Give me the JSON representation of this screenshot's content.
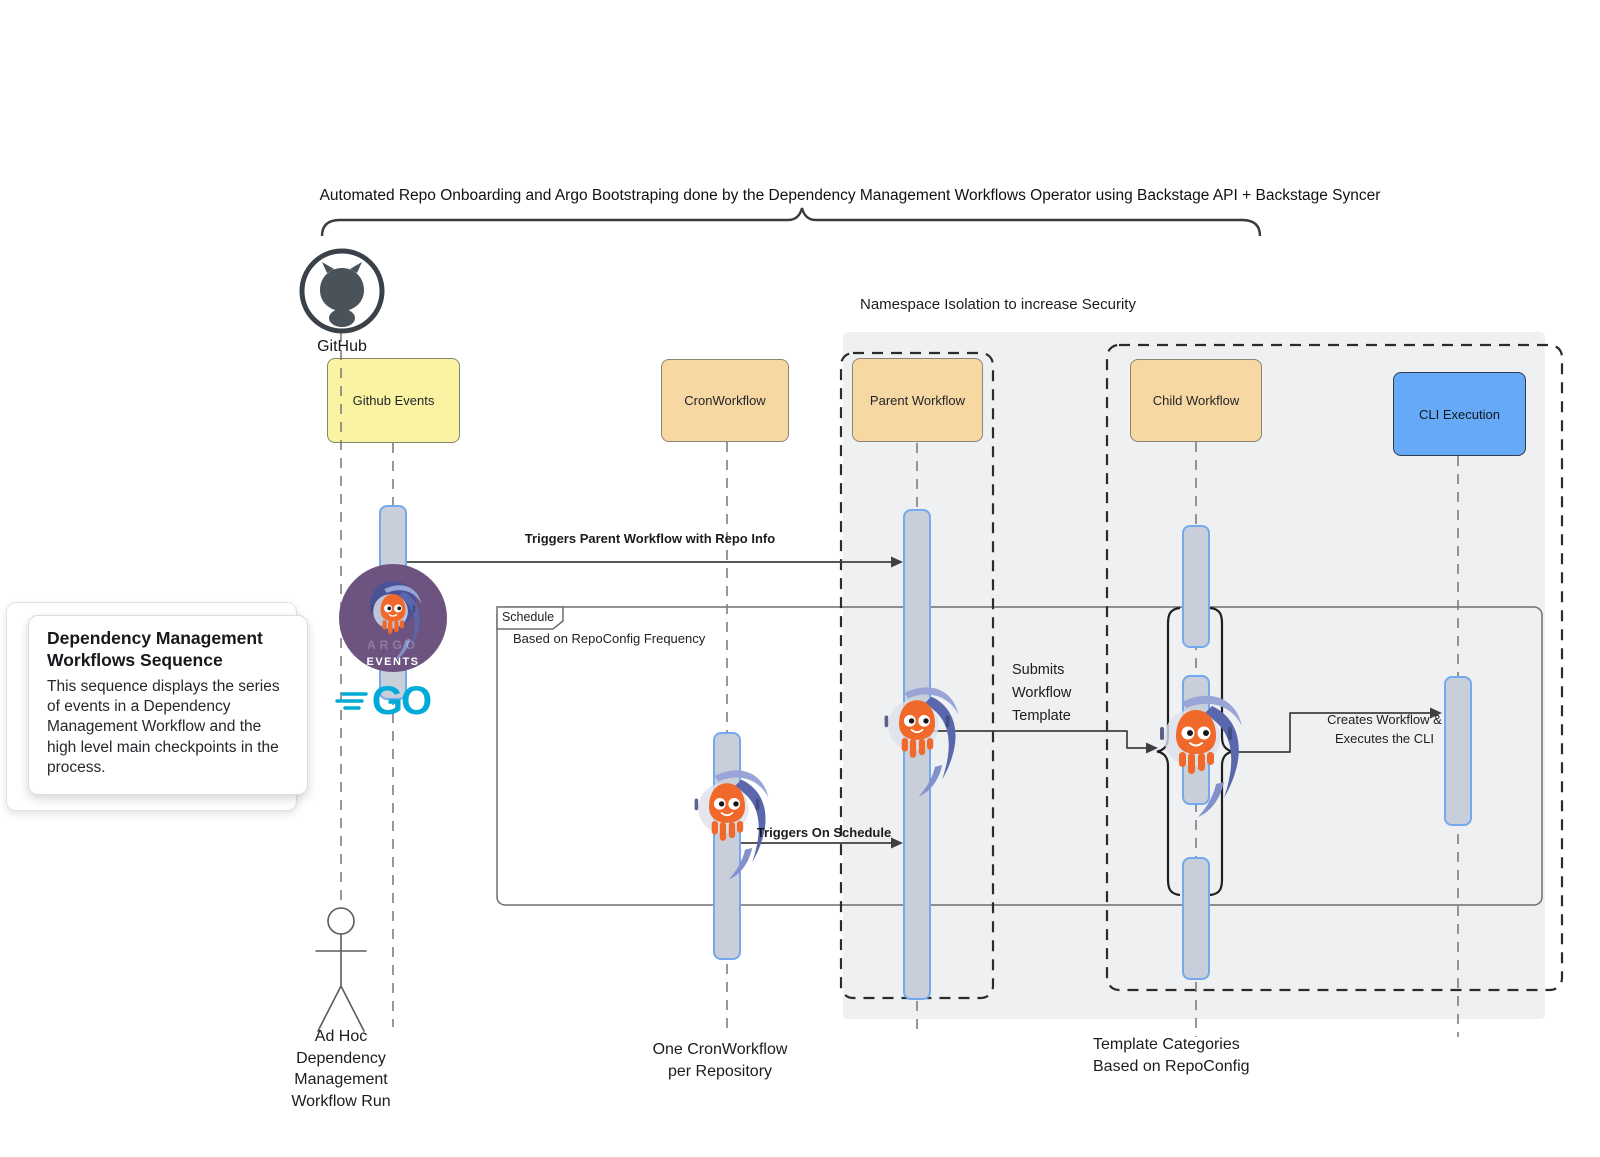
{
  "title": "Automated Repo Onboarding and Argo Bootstraping done by the Dependency Management Workflows Operator using Backstage API + Backstage Syncer",
  "namespace_note": "Namespace Isolation to increase Security",
  "github": {
    "label": "GitHub"
  },
  "participants": {
    "github_events": "Github Events",
    "cronworkflow": "CronWorkflow",
    "parent_workflow": "Parent Workflow",
    "child_workflow": "Child Workflow",
    "cli_execution": "CLI Execution"
  },
  "events_logo": {
    "brand": "ARGO",
    "label": "EVENTS"
  },
  "go_logo": {
    "text": "GO"
  },
  "schedule_frame": {
    "label": "Schedule",
    "note": "Based on RepoConfig Frequency"
  },
  "messages": {
    "trigger_parent": "Triggers Parent Workflow with Repo Info",
    "trigger_schedule": "Triggers On Schedule",
    "submit_template": "Submits\nWorkflow\nTemplate",
    "create_workflow": "Creates Workflow &\nExecutes the CLI"
  },
  "info_card": {
    "title": "Dependency Management Workflows Sequence",
    "body": "This sequence displays the series of events in a Dependency Management Workflow and the high level main checkpoints in the process."
  },
  "footnotes": {
    "adhoc": "Ad Hoc\nDependency\nManagement\nWorkflow Run",
    "one_cron": "One CronWorkflow\nper Repository",
    "template_categories": "Template Categories\nBased on RepoConfig"
  },
  "colors": {
    "yellow_box": "#FAF3A1",
    "orange_box": "#F8D8A2",
    "blue_box": "#66AAF7",
    "activation_fill": "#C8CFDA",
    "activation_border": "#74A9EE",
    "namespace_bg": "#EEF0F2",
    "events_purple": "#6D5480",
    "go_cyan": "#00ACD7",
    "octopus_orange": "#F0682A",
    "swirl_blue": "#5A67AD"
  }
}
